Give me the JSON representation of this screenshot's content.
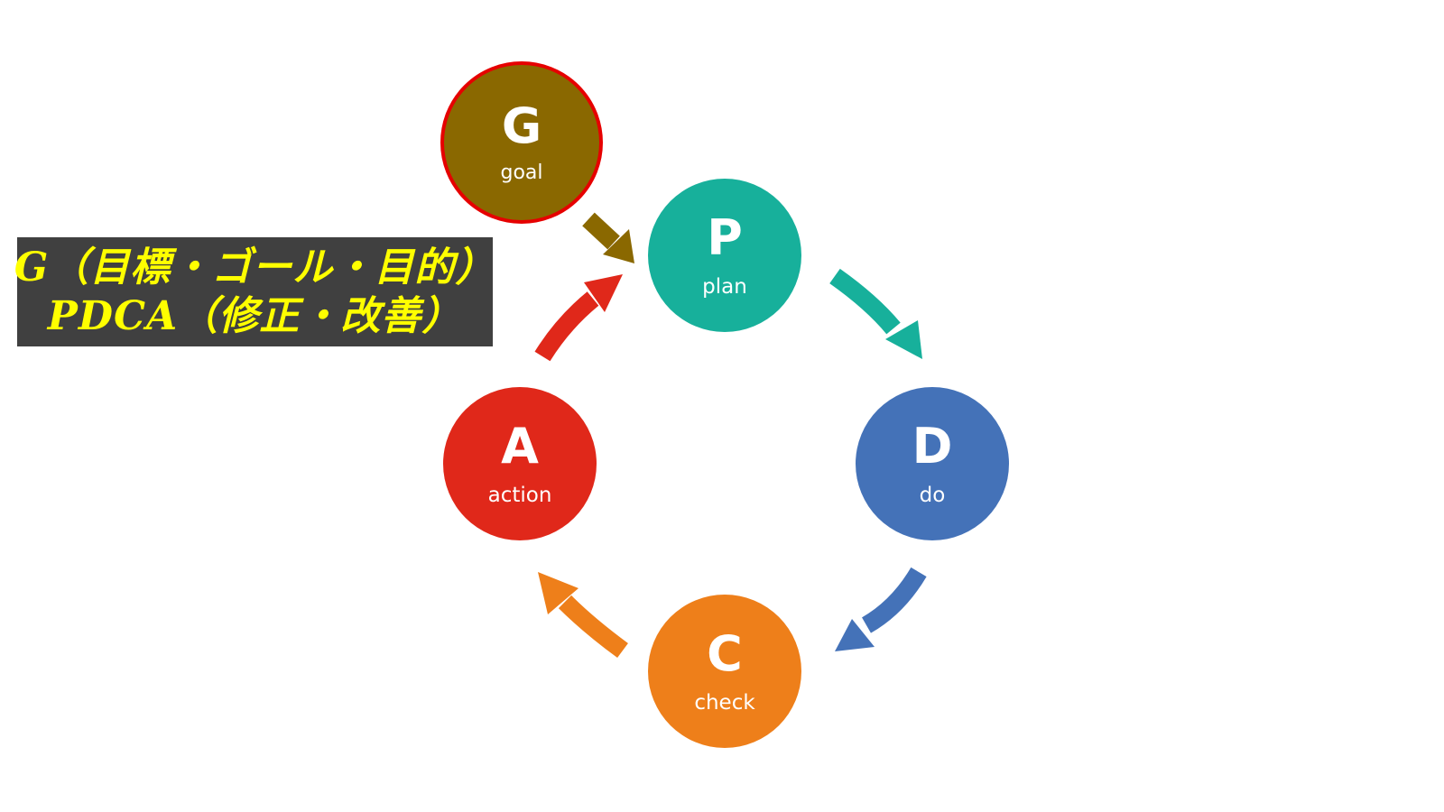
{
  "colors": {
    "goal": "#8a6800",
    "goal_ring": "#e60000",
    "plan": "#17b09b",
    "do": "#4472b8",
    "check": "#ee7f1a",
    "action": "#e0281a",
    "label_bg": "#404040",
    "label_text": "#ffff00"
  },
  "nodes": {
    "goal": {
      "letter": "G",
      "word": "goal"
    },
    "plan": {
      "letter": "P",
      "word": "plan"
    },
    "do": {
      "letter": "D",
      "word": "do"
    },
    "check": {
      "letter": "C",
      "word": "check"
    },
    "action": {
      "letter": "A",
      "word": "action"
    }
  },
  "label": {
    "line1": "G（目標・ゴール・目的）",
    "line2": "PDCA（修正・改善）"
  }
}
